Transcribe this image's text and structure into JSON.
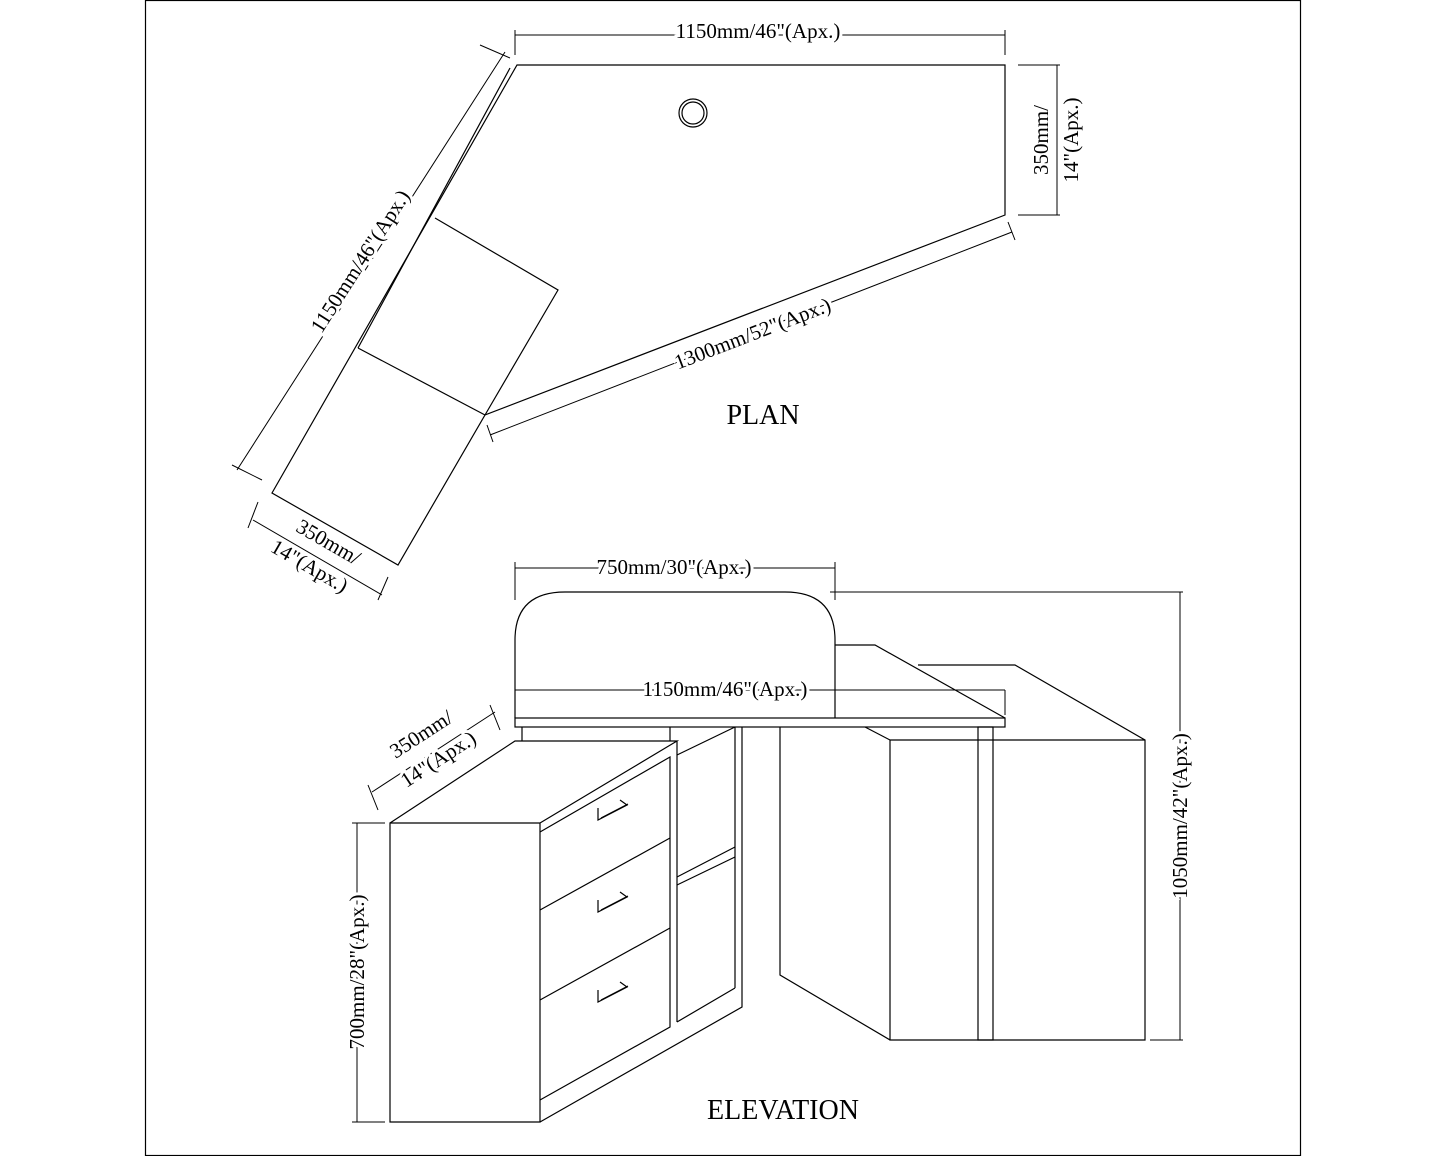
{
  "plan": {
    "title": "PLAN",
    "dim_top": "1150mm/46\"(Apx.)",
    "dim_right_1": "350mm/",
    "dim_right_2": "14\"(Apx.)",
    "dim_left": "1150mm/46\"(Apx.)",
    "dim_diag": "1300mm/52\"(Apx.)",
    "dim_arm_1": "350mm/",
    "dim_arm_2": "14\"(Apx.)"
  },
  "elevation": {
    "title": "ELEVATION",
    "dim_monitor": "750mm/30\"(Apx.)",
    "dim_desk": "1150mm/46\"(Apx.)",
    "dim_depth_1": "350mm/",
    "dim_depth_2": "14\"(Apx.)",
    "dim_cabinet_height": "700mm/28\"(Apx.)",
    "dim_total_height": "1050mm/42\"(Apx.)"
  }
}
